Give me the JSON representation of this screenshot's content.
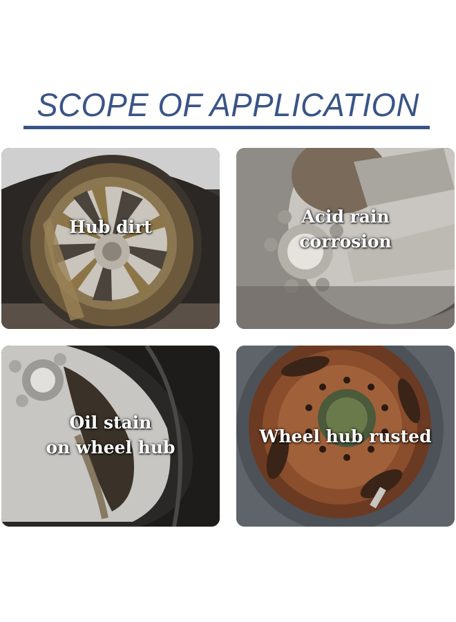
{
  "header": {
    "title": "SCOPE OF APPLICATION"
  },
  "colors": {
    "title": "#3a5486",
    "caption_text": "#ffffff"
  },
  "tiles": [
    {
      "caption_lines": [
        "Hub dirt"
      ]
    },
    {
      "caption_lines": [
        "Acid rain",
        "corrosion"
      ]
    },
    {
      "caption_lines": [
        "Oil stain",
        "on wheel hub"
      ]
    },
    {
      "caption_lines": [
        "Wheel hub rusted"
      ]
    }
  ]
}
